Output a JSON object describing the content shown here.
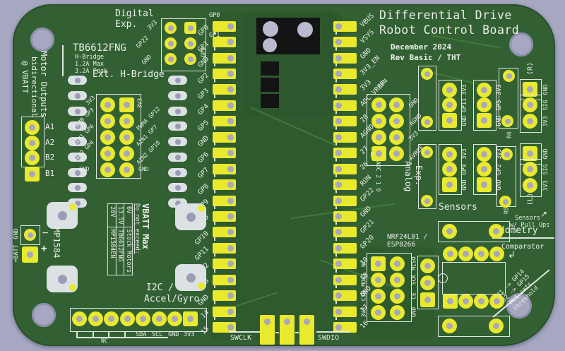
{
  "board": {
    "title_line1": "Differential Drive",
    "title_line2": "Robot Control Board",
    "date": "December 2024",
    "revision": "Rev Basic / THT",
    "colors": {
      "background": "#a6a7c1",
      "soldermask": "#336033",
      "silkscreen": "#e9efe9",
      "pad_yellow": "#e9e92d",
      "hole_gray": "#a7a7bd",
      "component_black": "#141414",
      "module_white": "#dce1e4"
    }
  },
  "pico": {
    "left_pins": [
      "GP0",
      "GP1",
      "GND",
      "GP2",
      "GP3",
      "GP4",
      "GP5",
      "GND",
      "GP6",
      "GP7",
      "GP8",
      "GP9",
      "GND",
      "GP10",
      "GP11",
      "12",
      "13",
      "GND",
      "14",
      "15"
    ],
    "right_pins": [
      "VBUS",
      "VSYS",
      "GND",
      "3V3_EN",
      "3V3",
      "ADC VREF",
      "28",
      "AGND",
      "27",
      "26",
      "RUN",
      "GP22",
      "GND",
      "GP21",
      "GP20",
      "19",
      "18",
      "GND",
      "17",
      "16"
    ]
  },
  "digital_exp": {
    "title_line1": "Digital",
    "title_line2": "Exp.",
    "left_pins": [
      "3V3",
      "GP22",
      "GND"
    ],
    "right_pins": [
      "GP0",
      "GP1",
      "GP8"
    ]
  },
  "tb6612": {
    "name": "TB6612FNG",
    "line1": "H-Bridge",
    "line2": "1.2A Max",
    "line3": "3.2A Peak"
  },
  "ext_hbridge": {
    "title": "Ext. H-Bridge",
    "left_pins": [
      "3V3",
      "PWMB GP3",
      "BIN1 GP6",
      "BIN2 GP4",
      "GND"
    ],
    "right_pins": [
      "3V3",
      "PWMA GP12",
      "AIN1 GP7",
      "AIN2 GP10",
      "GND"
    ]
  },
  "motor_outputs": {
    "line1": "Motor Outputs",
    "line2": "bidirectional",
    "line3": "@ VBATT",
    "pins": [
      "A1",
      "A2",
      "B2",
      "B1"
    ]
  },
  "battery": {
    "gnd": "GND",
    "batt": "+BATT",
    "minus": "−",
    "plus": "+"
  },
  "regulator": {
    "name": "MP1584"
  },
  "vbatt_max": {
    "title": "VBATT Max",
    "subtitle": "Do not exceed:",
    "rows": [
      [
        "6V",
        "Stock Motors"
      ],
      [
        "13.5V",
        "TB6612FNG"
      ],
      [
        "28V",
        "MP1584EN"
      ]
    ]
  },
  "i2c": {
    "title_line1": "I2C /",
    "title_line2": "Accel/Gyro",
    "nc": "NC",
    "labels": [
      "SDA",
      "SCL",
      "GND",
      "3V3"
    ]
  },
  "swd": {
    "left": "SWCLK",
    "right": "SWDIO"
  },
  "analog_exp": {
    "title_line1": "Analog",
    "title_line2": "Exp.",
    "run": "RUN",
    "adc": "ADC 2 1 0",
    "arrow": "↱",
    "right_pins": [
      "GND",
      "AGND",
      "3V3",
      "AVREF"
    ]
  },
  "nrf": {
    "title_line1": "NRF24L01 /",
    "title_line2": "ESP8266",
    "left_pins": [
      "NC",
      "MOSI",
      "CSN",
      "3V3"
    ],
    "right_pins": [
      "MISO",
      "SCK",
      "CE",
      "GND"
    ]
  },
  "sensors": {
    "title": "Sensors",
    "pullups_line1": "Sensors",
    "pullups_line2": "w/ Pull Ups",
    "pullups_arrow": "↗",
    "headers": [
      [
        "3V3",
        "GP11",
        "GND"
      ],
      [
        "3V3",
        "GP5",
        "GND"
      ],
      [
        "3V3",
        "GP9",
        "GND"
      ],
      [
        "3V3",
        "GP2",
        "GND"
      ]
    ],
    "resistors": [
      "R6",
      "R5"
    ]
  },
  "encoder_right": {
    "name": "(R)",
    "pins": [
      "GND",
      "SIG",
      "3V3"
    ]
  },
  "encoder_left": {
    "name": "(L)",
    "pins": [
      "GND",
      "SIG",
      "3V3"
    ]
  },
  "odometry": {
    "title": "Odometry"
  },
  "comparator": {
    "title": "Comparator",
    "arrow": "↲",
    "notes": [
      "J1 -> GP14",
      "J2 -> GP15",
      "RV1 sets",
      "threshold"
    ]
  }
}
